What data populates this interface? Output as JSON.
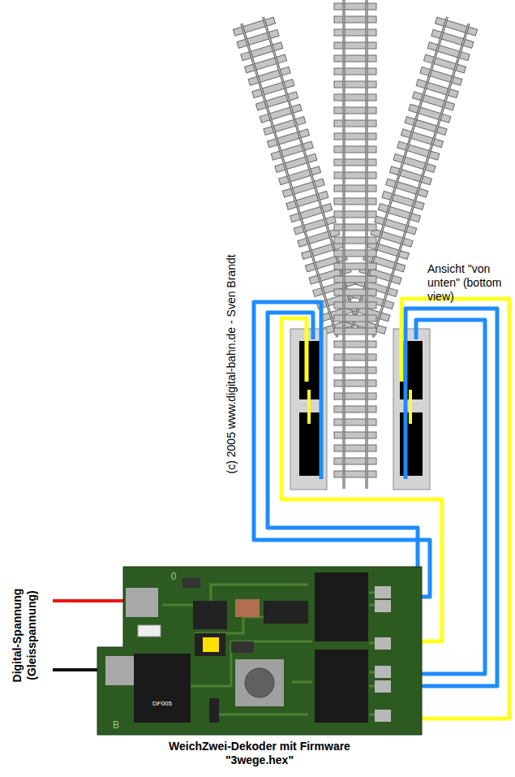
{
  "diagram": {
    "nodes": [
      {
        "text": [
          "WeichZwei-Dekoder mit Firmware \"3wege.hex\""
        ]
      }
    ],
    "labels": [
      "Ansicht \"von unten\" (bottom view)",
      "(c) 2005 www.digital-bahn.de - Sven Brandt",
      "Digital-Spannung (Gleisspannung)",
      "0",
      "B",
      "DF005"
    ]
  }
}
